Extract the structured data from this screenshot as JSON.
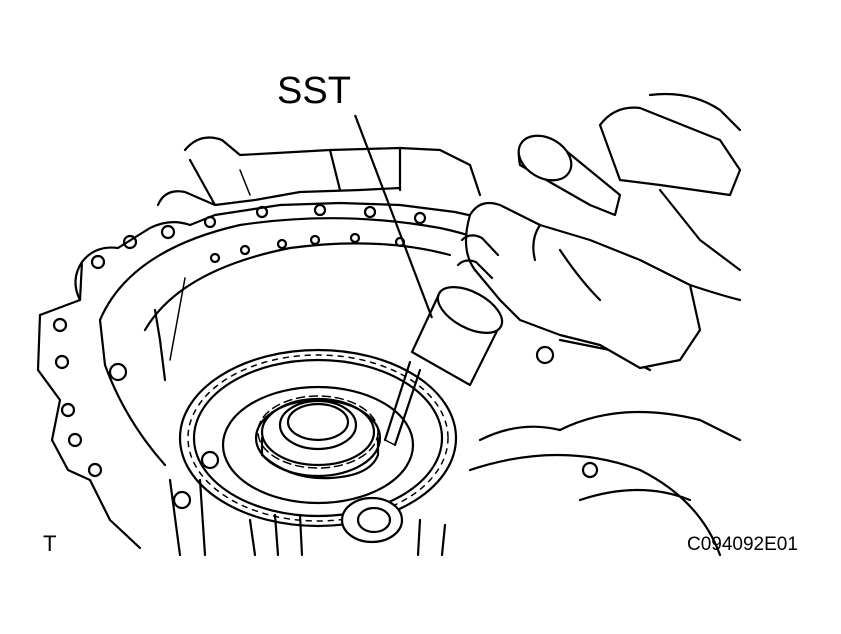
{
  "labels": {
    "tool": "SST",
    "corner": "T",
    "reference": "C094092E01"
  }
}
